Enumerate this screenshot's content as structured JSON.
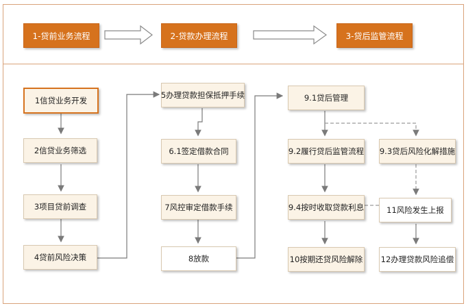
{
  "stages": [
    "1-贷前业务流程",
    "2-贷款办理流程",
    "3-贷后监管流程"
  ],
  "column1": [
    "1信贷业务开发",
    "2信贷业务筛选",
    "3项目贷前调查",
    "4贷前风险决策"
  ],
  "column2": [
    "5办理贷款担保抵押手续",
    "6.1签定借款合同",
    "7风控审定借款手续",
    "8放款"
  ],
  "column3": [
    "9.1贷后管理",
    "9.2履行贷后监管流程",
    "9.3贷后风险化解措施",
    "9.4按时收取贷款利息",
    "11风险发生上报",
    "10按期还贷风险解除",
    "12办理贷款风险追偿"
  ],
  "colors": {
    "accent": "#d6721d",
    "node_fill": "#fbf3e6",
    "line": "#7a7a7a"
  }
}
